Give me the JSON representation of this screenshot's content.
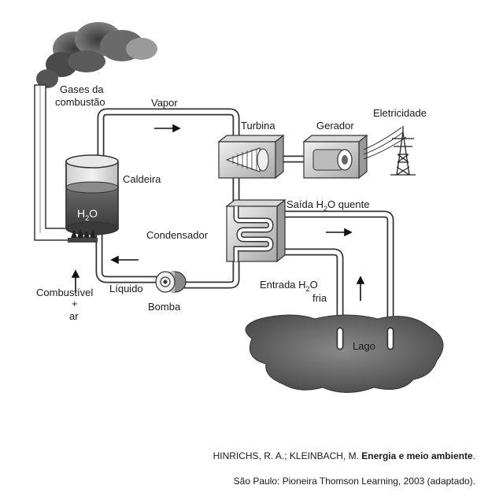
{
  "diagram": {
    "labels": {
      "gases_line1": "Gases da",
      "gases_line2": "combustão",
      "vapor": "Vapor",
      "turbina": "Turbina",
      "gerador": "Gerador",
      "eletricidade": "Eletricidade",
      "caldeira": "Caldeira",
      "h2o_main": "H",
      "h2o_sub": "2",
      "h2o_end": "O",
      "saida_pre": "Saída H",
      "saida_sub": "2",
      "saida_post": "O quente",
      "condensador": "Condensador",
      "liquido": "Líquido",
      "bomba": "Bomba",
      "combustivel_line1": "Combustível",
      "combustivel_line2": "+",
      "combustivel_line3": "ar",
      "entrada_pre": "Entrada H",
      "entrada_sub": "2",
      "entrada_post": "O",
      "entrada_line2": "fria",
      "lago": "Lago"
    }
  },
  "caption": {
    "authors": "HINRICHS, R. A.; KLEINBACH, M. ",
    "title": "Energia e meio ambiente",
    "title_end": ".",
    "publisher": "São Paulo: Pioneira Thomson Learning, 2003 (adaptado)."
  }
}
